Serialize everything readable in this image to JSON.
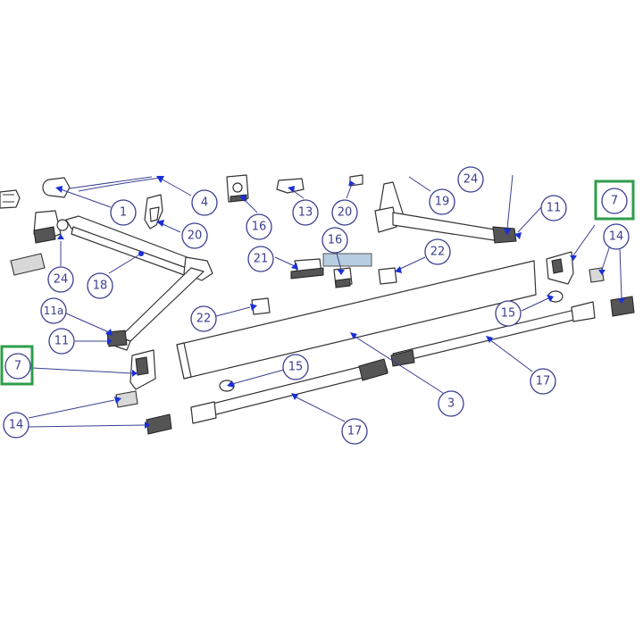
{
  "colors": {
    "highlight_box": "#2e9e4a",
    "callout_blue": "#3a3f8f",
    "arrow_blue": "#1a2fd6",
    "label_bar": "#b7cde0"
  },
  "callouts": {
    "c1": "1",
    "c4": "4",
    "c20a": "20",
    "c24a": "24",
    "c18": "18",
    "c16a": "16",
    "c13": "13",
    "c20b": "20",
    "c24b": "24",
    "c19": "19",
    "c11a": "11",
    "c7a": "7",
    "c14a": "14",
    "c21": "21",
    "c16b": "16",
    "c22a": "22",
    "c11b": "11a",
    "c11c": "11",
    "c22b": "22",
    "c15a": "15",
    "c7b": "7",
    "c15b": "15",
    "c3": "3",
    "c17a": "17",
    "c14b": "14",
    "c17b": "17"
  }
}
